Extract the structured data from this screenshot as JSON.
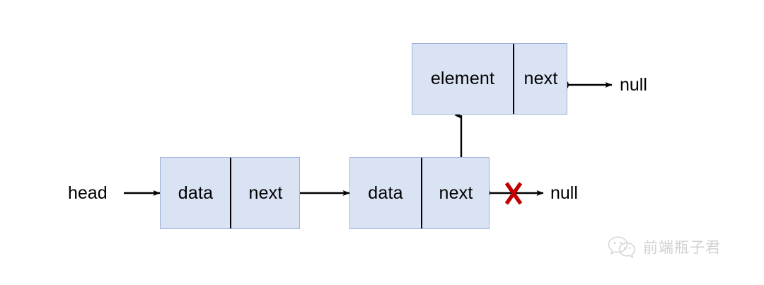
{
  "diagram": {
    "title": "linked-list-insertion",
    "colors": {
      "node_fill": "#dae3f3",
      "node_border": "#9cb0d9",
      "line": "#000000",
      "strike": "#c00000",
      "watermark_text": "#c9c9c9"
    },
    "labels": {
      "head": "head",
      "null_bottom": "null",
      "null_top": "null"
    },
    "nodes": [
      {
        "id": "node-1",
        "cells": [
          {
            "name": "data-cell",
            "text": "data"
          },
          {
            "name": "next-cell",
            "text": "next"
          }
        ]
      },
      {
        "id": "node-2",
        "cells": [
          {
            "name": "data-cell",
            "text": "data"
          },
          {
            "name": "next-cell",
            "text": "next"
          }
        ]
      },
      {
        "id": "node-new",
        "cells": [
          {
            "name": "element-cell",
            "text": "element"
          },
          {
            "name": "next-cell",
            "text": "next"
          }
        ]
      }
    ],
    "annotations": {
      "strike_mark": "X"
    }
  },
  "watermark": {
    "icon": "wechat-icon",
    "text": "前端瓶子君"
  }
}
